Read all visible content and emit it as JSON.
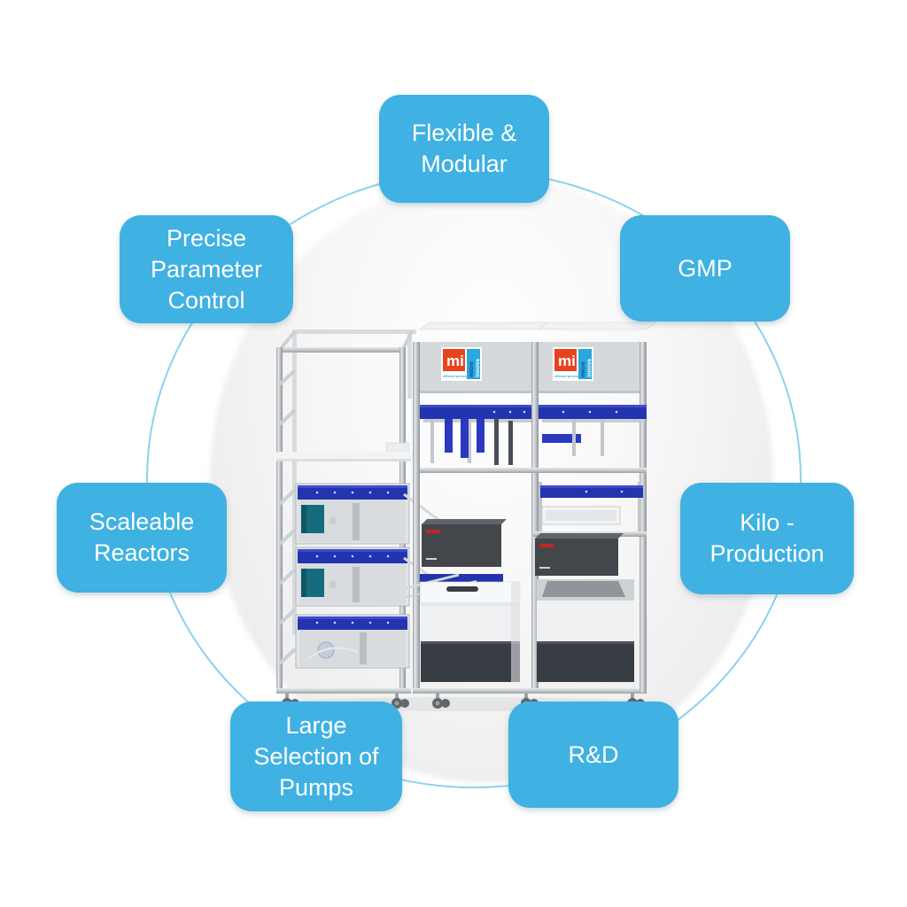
{
  "diagram": {
    "callouts": {
      "flexible_modular": {
        "label": "Flexible &\nModular"
      },
      "gmp": {
        "label": "GMP"
      },
      "precise_parameter_control": {
        "label": "Precise\nParameter\nControl"
      },
      "scaleable_reactors": {
        "label": "Scaleable\nReactors"
      },
      "kilo_production": {
        "label": "Kilo -\nProduction"
      },
      "large_selection_of_pumps": {
        "label": "Large\nSelection of\nPumps"
      },
      "rd": {
        "label": "R&D"
      }
    },
    "colors": {
      "callout_fill": "#3fb1e2",
      "callout_text": "#ffffff",
      "ring_stroke": "#8ad2ef",
      "backdrop_fill": "#ececec"
    }
  },
  "machine": {
    "logo": {
      "mark": "mi",
      "brand_top": "micro",
      "brand_bottom": "innova",
      "tagline": "efficient processing"
    },
    "colors": {
      "panel_blue": "#2433ae",
      "logo_red": "#e8431f",
      "logo_blue": "#29a8dc",
      "aluminium": "#c6cacd",
      "dark_unit": "#43474c",
      "chest_white": "#eef0f2",
      "pump_teal": "#156c7e"
    }
  }
}
